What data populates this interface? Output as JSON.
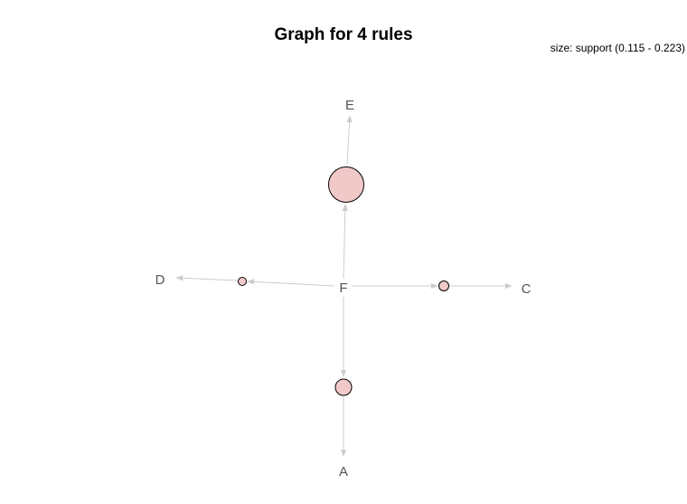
{
  "title": "Graph for 4 rules",
  "legend": "size: support (0.115 - 0.223)",
  "items": [
    "F",
    "E",
    "D",
    "C",
    "A"
  ],
  "rules": [
    {
      "lhs": "F",
      "rhs": "E",
      "size": "large"
    },
    {
      "lhs": "F",
      "rhs": "D",
      "size": "small"
    },
    {
      "lhs": "F",
      "rhs": "C",
      "size": "small"
    },
    {
      "lhs": "F",
      "rhs": "A",
      "size": "medium"
    }
  ],
  "colors": {
    "rule_fill": "#f2c9c9",
    "edge": "#cccccc",
    "label": "#555555"
  }
}
